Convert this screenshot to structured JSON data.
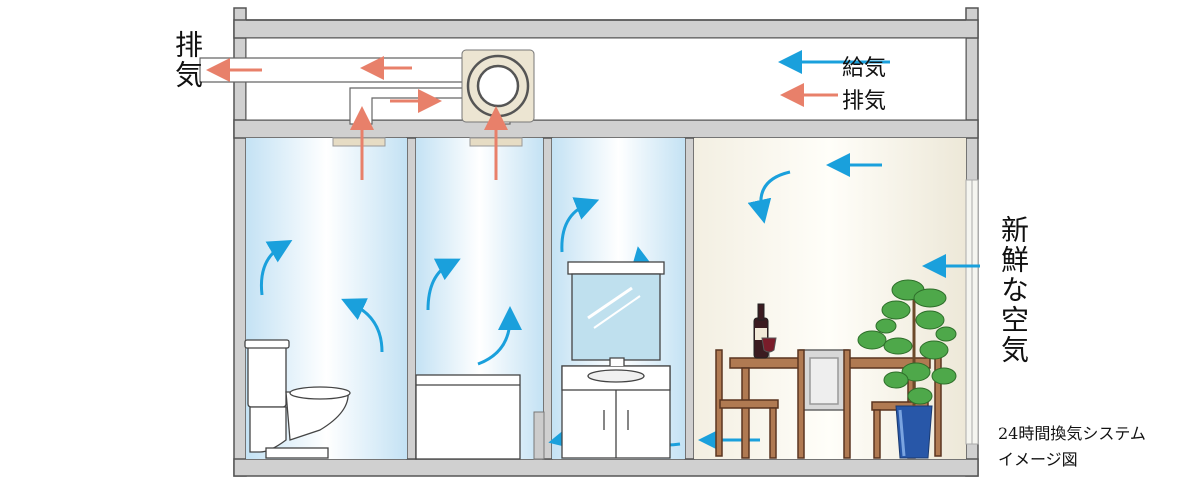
{
  "labels": {
    "exhaust_outlet": "排気",
    "fresh_air": "新鮮な空気",
    "legend_supply": "給気",
    "legend_exhaust": "排気"
  },
  "caption": {
    "line1": "24時間換気システム",
    "line2": "イメージ図"
  },
  "colors": {
    "supply_arrow": "#1aa0dc",
    "exhaust_arrow": "#e8806a",
    "wall": "#d0d0d0",
    "room_glow": "#bfe1f3",
    "living_glow": "#f3efe2"
  }
}
